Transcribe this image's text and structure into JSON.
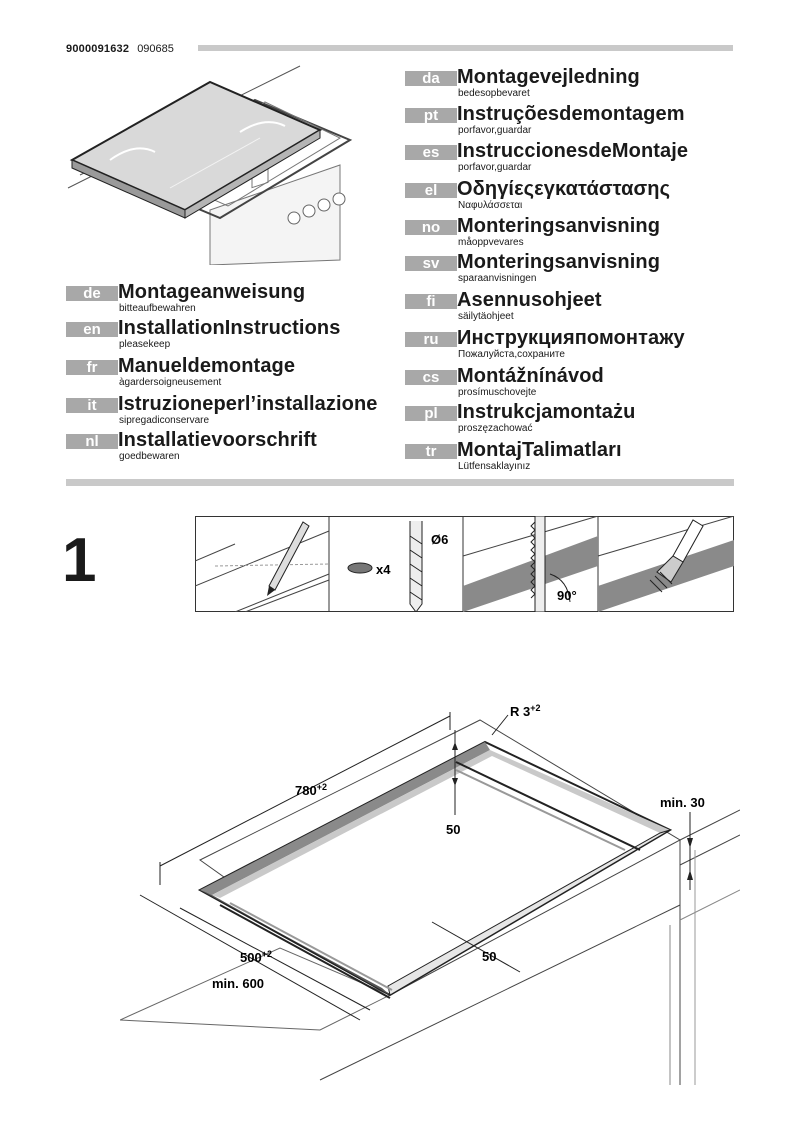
{
  "header": {
    "doc_number": "9000091632",
    "revision": "090685"
  },
  "languages_left": [
    {
      "code": "de",
      "title": "Montageanweisung",
      "subtitle": "bitteaufbewahren"
    },
    {
      "code": "en",
      "title": "InstallationInstructions",
      "subtitle": "pleasekeep"
    },
    {
      "code": "fr",
      "title": "Manueldemontage",
      "subtitle": "àgardersoigneusement"
    },
    {
      "code": "it",
      "title": "Istruzioneperl’installazione",
      "subtitle": "sipregadiconservare"
    },
    {
      "code": "nl",
      "title": "Installatievoorschrift",
      "subtitle": "goedbewaren"
    }
  ],
  "languages_right": [
    {
      "code": "da",
      "title": "Montagevejledning",
      "subtitle": "bedesopbevaret"
    },
    {
      "code": "pt",
      "title": "Instruçõesdemontagem",
      "subtitle": "porfavor,guardar"
    },
    {
      "code": "es",
      "title": "InstruccionesdeMontaje",
      "subtitle": "porfavor,guardar"
    },
    {
      "code": "el",
      "title": "Οδηγίεςεγκατάστασης",
      "subtitle": "Ναφυλάσσεται"
    },
    {
      "code": "no",
      "title": "Monteringsanvisning",
      "subtitle": "måoppvevares"
    },
    {
      "code": "sv",
      "title": "Monteringsanvisning",
      "subtitle": "sparaanvisningen"
    },
    {
      "code": "fi",
      "title": "Asennusohjeet",
      "subtitle": "säilytäohjeet"
    },
    {
      "code": "ru",
      "title": "Инструкцияпомонтажу",
      "subtitle": "Пожалуйста,сохраните"
    },
    {
      "code": "cs",
      "title": "Montážnínávod",
      "subtitle": "prosímuschovejte"
    },
    {
      "code": "pl",
      "title": "Instrukcjamontażu",
      "subtitle": "proszęzachować"
    },
    {
      "code": "tr",
      "title": "MontajTalimatları",
      "subtitle": "Lütfensaklayınız"
    }
  ],
  "step": {
    "number": "1",
    "drill_diameter": "Ø6",
    "drill_count": "x4",
    "saw_angle": "90°"
  },
  "cutout": {
    "width_label": "780",
    "width_tol": "+2",
    "depth_label": "500",
    "depth_tol": "+2",
    "radius_label": "R 3",
    "radius_tol": "+2",
    "min_depth": "min. 600",
    "min_thickness": "min. 30",
    "margin_back": "50",
    "margin_front": "50"
  }
}
